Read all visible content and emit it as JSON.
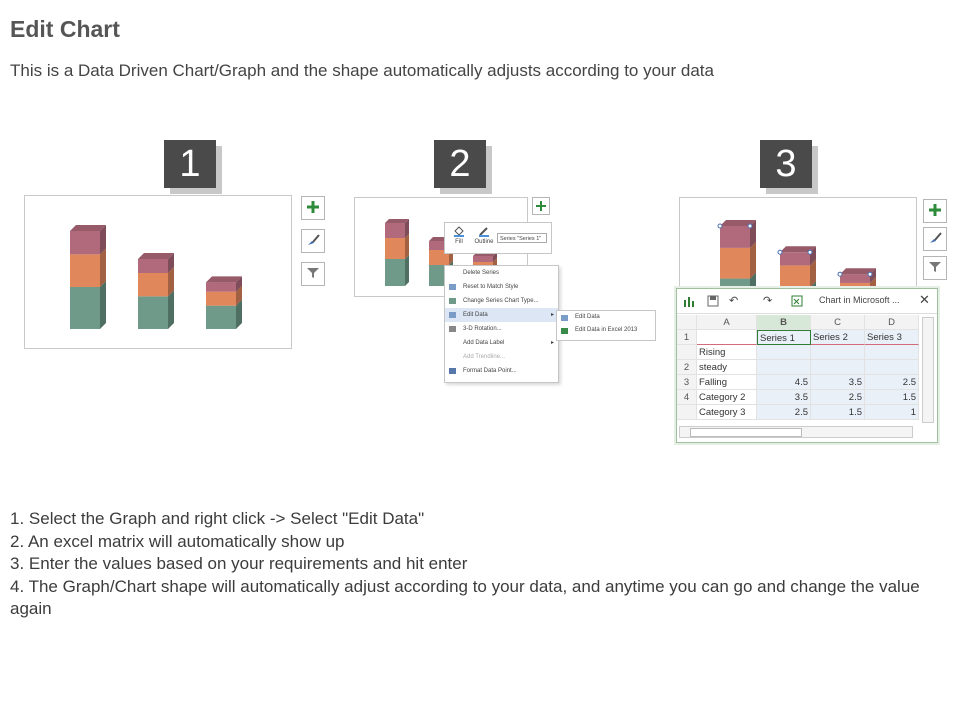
{
  "header": {
    "title": "Edit Chart",
    "subtitle": "This is a Data Driven Chart/Graph and the shape automatically adjusts according to your data"
  },
  "steps": [
    "1",
    "2",
    "3"
  ],
  "colors": {
    "segment_bottom": "#6f9a8a",
    "segment_mid": "#e0875c",
    "segment_top": "#b06a7b",
    "badge": "#4a4a4a"
  },
  "chart_data": {
    "type": "bar",
    "categories": [
      "Falling",
      "Category 2",
      "Category 3"
    ],
    "series": [
      {
        "name": "Series 1",
        "values": [
          4.5,
          3.5,
          2.5
        ]
      },
      {
        "name": "Series 2",
        "values": [
          3.5,
          2.5,
          1.5
        ]
      },
      {
        "name": "Series 3",
        "values": [
          2.5,
          1.5,
          1
        ]
      }
    ],
    "stacked": true,
    "title": "",
    "xlabel": "",
    "ylabel": ""
  },
  "side_buttons": [
    "plus-icon",
    "brush-icon",
    "filter-icon"
  ],
  "mini_toolbar": {
    "fill_label": "Fill",
    "outline_label": "Outline",
    "series_select": "Series \"Series 1\""
  },
  "context_menu": {
    "items": [
      {
        "label": "Delete Series",
        "icon": "",
        "disabled": false,
        "submenu": false
      },
      {
        "label": "Reset to Match Style",
        "icon": "reset-icon",
        "disabled": false,
        "submenu": false
      },
      {
        "label": "Change Series Chart Type...",
        "icon": "chart-type-icon",
        "disabled": false,
        "submenu": false
      },
      {
        "label": "Edit Data",
        "icon": "edit-data-icon",
        "disabled": false,
        "submenu": true
      },
      {
        "label": "3-D Rotation...",
        "icon": "rotation-icon",
        "disabled": false,
        "submenu": false
      },
      {
        "label": "Add Data Label",
        "icon": "",
        "disabled": false,
        "submenu": true
      },
      {
        "label": "Add Trendline...",
        "icon": "",
        "disabled": true,
        "submenu": false
      },
      {
        "label": "Format Data Point...",
        "icon": "format-icon",
        "disabled": false,
        "submenu": false
      }
    ],
    "submenu": [
      "Edit Data",
      "Edit Data in Excel 2013"
    ]
  },
  "excel": {
    "window_title": "Chart in Microsoft ...",
    "columns": [
      "A",
      "B",
      "C",
      "D"
    ],
    "row_numbers": [
      "1",
      "",
      "2",
      "3",
      "4"
    ],
    "header_row": [
      "",
      "Series 1",
      "Series 2",
      "Series 3"
    ],
    "rows": [
      [
        "Rising",
        "",
        "",
        ""
      ],
      [
        "steady",
        "",
        "",
        ""
      ],
      [
        "Falling",
        "4.5",
        "3.5",
        "2.5"
      ],
      [
        "Category 2",
        "3.5",
        "2.5",
        "1.5"
      ],
      [
        "Category 3",
        "2.5",
        "1.5",
        "1"
      ]
    ]
  },
  "instructions": [
    "1. Select the Graph and right click -> Select \"Edit Data\"",
    "2. An excel matrix will automatically show up",
    "3. Enter the values based on your requirements and hit enter",
    "4. The Graph/Chart shape will automatically adjust according to your data, and anytime you can go and change the value again"
  ]
}
